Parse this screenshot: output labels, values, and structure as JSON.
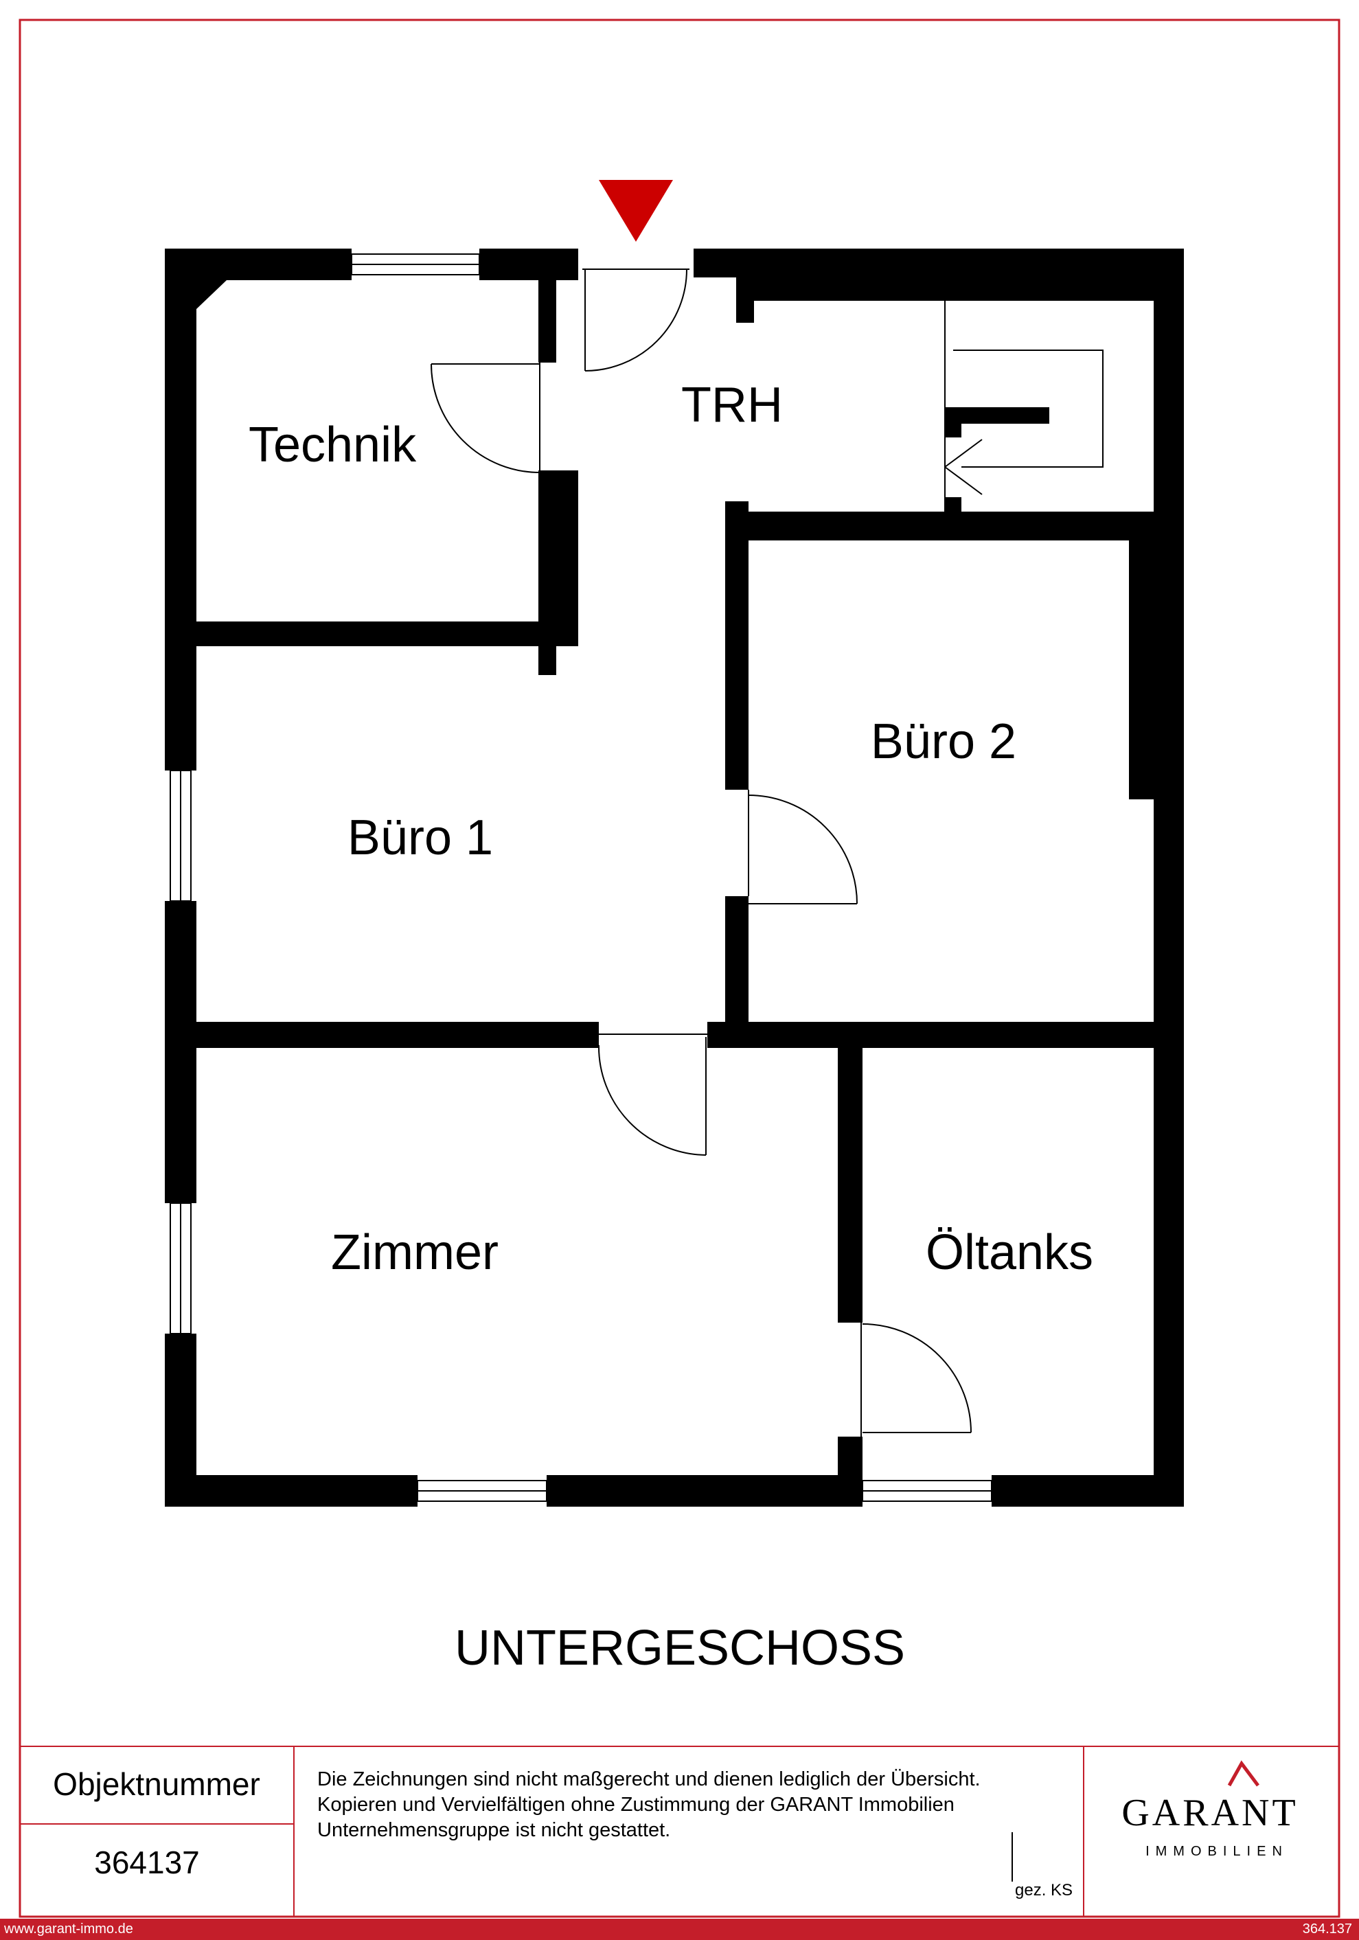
{
  "plan": {
    "rooms": [
      {
        "key": "technik",
        "label": "Technik"
      },
      {
        "key": "trh",
        "label": "TRH"
      },
      {
        "key": "buero1",
        "label": "Büro 1"
      },
      {
        "key": "buero2",
        "label": "Büro 2"
      },
      {
        "key": "zimmer",
        "label": "Zimmer"
      },
      {
        "key": "oeltanks",
        "label": "Öltanks"
      }
    ],
    "floor_title": "UNTERGESCHOSS"
  },
  "titleblock": {
    "object_label": "Objektnummer",
    "object_number": "364137",
    "disclaimer_line1": "Die Zeichnungen sind nicht maßgerecht und dienen lediglich der Übersicht.",
    "disclaimer_line2": "Kopieren und Vervielfältigen ohne Zustimmung der GARANT Immobilien",
    "disclaimer_line3": "Unternehmensgruppe ist nicht gestattet.",
    "drawn_by": "gez. KS",
    "logo_text": "GARANT",
    "logo_subtext": "IMMOBILIEN"
  },
  "footer": {
    "website": "www.garant-immo.de",
    "reference": "364.137"
  },
  "colors": {
    "accent": "#c41e2a",
    "walls": "#000000",
    "entrance_marker": "#cc0000"
  }
}
